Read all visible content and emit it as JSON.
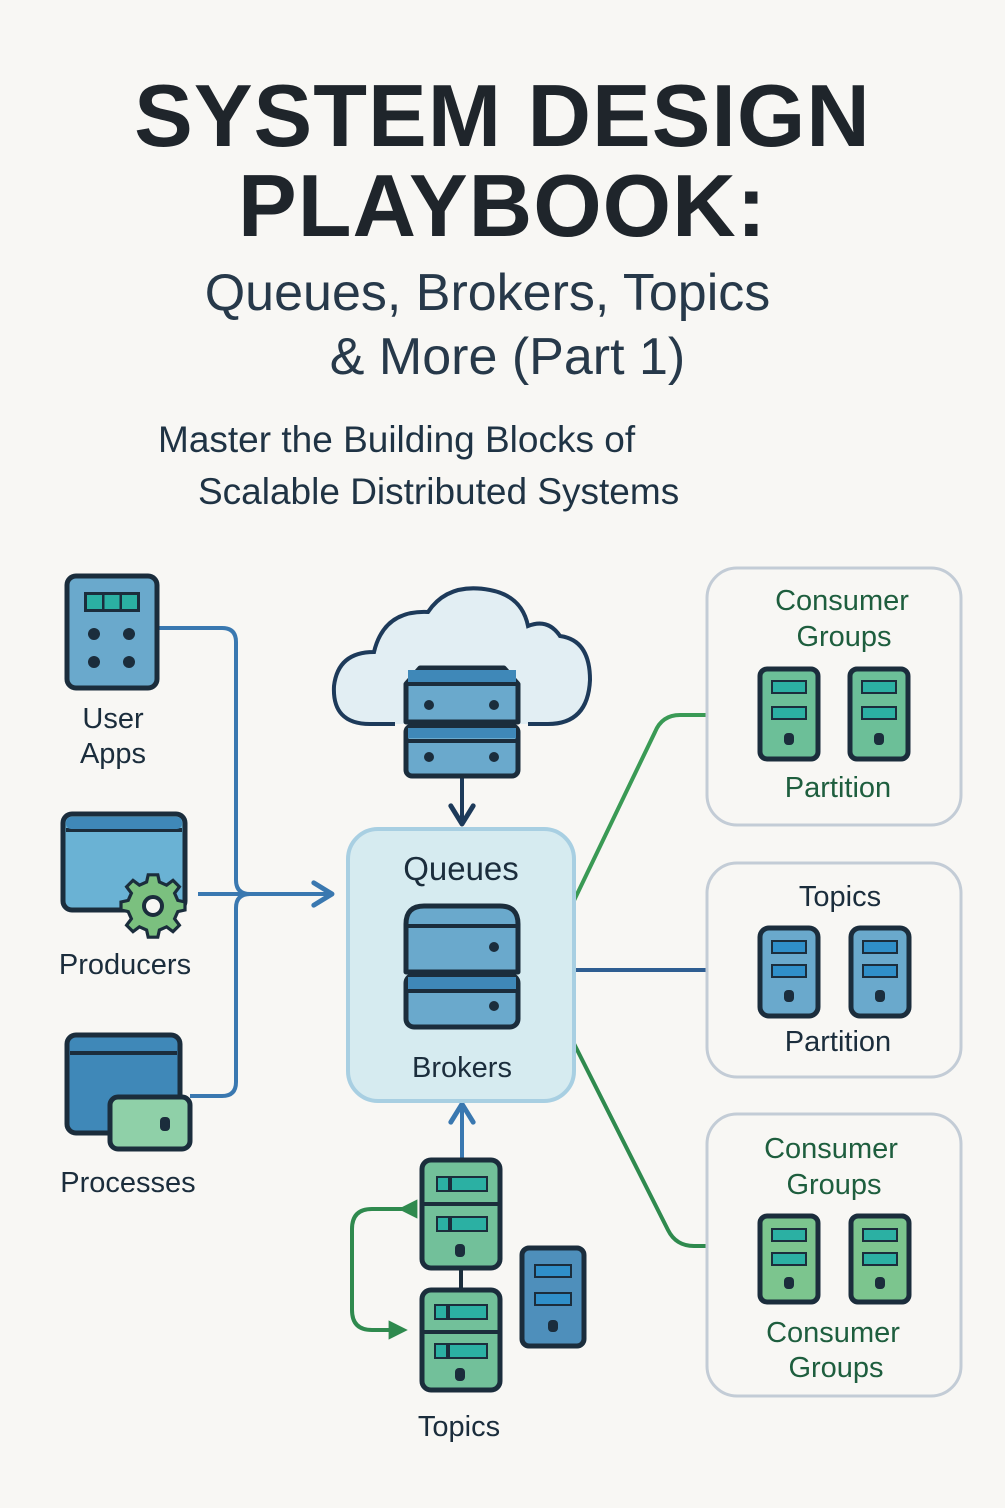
{
  "header": {
    "title_line1": "SYSTEM DESIGN",
    "title_line2": "PLAYBOOK:",
    "subtitle_line1": "Queues, Brokers, Topics",
    "subtitle_line2": "& More (Part 1)",
    "tagline_line1": "Master the Building Blocks of",
    "tagline_line2": "Scalable Distributed Systems"
  },
  "colors": {
    "background": "#f8f7f4",
    "dark_text": "#1f252b",
    "outline": "#1d3347",
    "blue": "#3a78b0",
    "light_blue": "#6aa9cc",
    "green": "#3a9a55",
    "green_fill": "#72c09a",
    "green_text": "#1e5e3e",
    "panel_border": "#c3ccd6",
    "queue_box_fill": "#d6ebf0",
    "cloud_fill": "#e2eef3"
  },
  "sources": [
    {
      "label_line1": "User",
      "label_line2": "Apps",
      "icon": "keypad-device-icon"
    },
    {
      "label_line1": "Producers",
      "label_line2": "",
      "icon": "window-gear-icon"
    },
    {
      "label_line1": "Processes",
      "label_line2": "",
      "icon": "window-card-icon"
    }
  ],
  "center": {
    "cloud_icon": "cloud-server-icon",
    "box_title": "Queues",
    "box_caption": "Brokers",
    "bottom_label": "Topics"
  },
  "panels": [
    {
      "title_line1": "Consumer",
      "title_line2": "Groups",
      "caption_line1": "Partition",
      "caption_line2": "",
      "theme": "green"
    },
    {
      "title_line1": "Topics",
      "title_line2": "",
      "caption_line1": "Partition",
      "caption_line2": "",
      "theme": "blue"
    },
    {
      "title_line1": "Consumer",
      "title_line2": "Groups",
      "caption_line1": "Consumer",
      "caption_line2": "Groups",
      "theme": "green"
    }
  ]
}
